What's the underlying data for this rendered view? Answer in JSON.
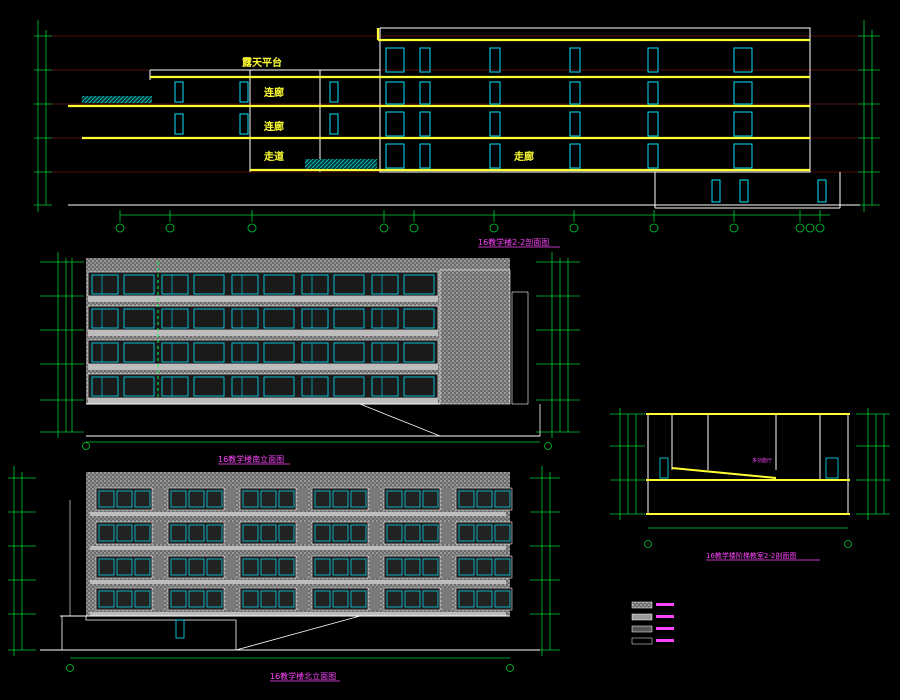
{
  "colors": {
    "background": "#000000",
    "slab": "#ffff33",
    "wall": "#ffffff",
    "window": "#00e5ff",
    "dimension": "#00cc33",
    "title": "#ff44ff",
    "facade": "#9a9a9a",
    "facade_dark": "#555555",
    "guide": "#cc3333",
    "hatch": "#00aaaa"
  },
  "section_top": {
    "room_labels": [
      "露天平台",
      "连廊",
      "连廊",
      "走道",
      "走廊"
    ],
    "title": "16教学楼2-2剖面图"
  },
  "elevation_mid": {
    "title": "16教学楼南立面图"
  },
  "elevation_bottom": {
    "title": "16教学楼北立面图"
  },
  "section_small": {
    "inner_label": "多功能厅",
    "title": "16教学楼阶梯教室2-2剖面图"
  },
  "legend": {
    "items": [
      "",
      "",
      "",
      ""
    ]
  }
}
